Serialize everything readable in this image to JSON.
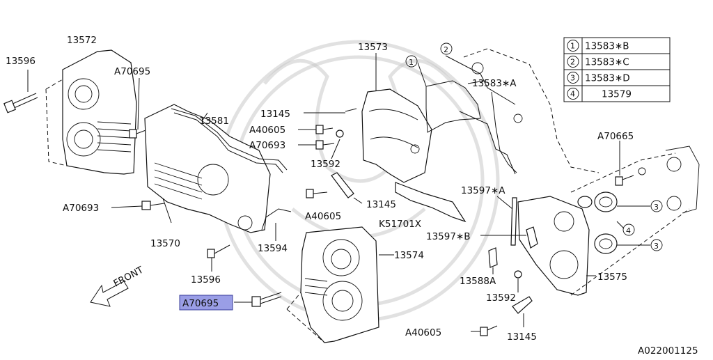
{
  "legend": {
    "rows": [
      {
        "num": "1",
        "part": "13583∗B"
      },
      {
        "num": "2",
        "part": "13583∗C"
      },
      {
        "num": "3",
        "part": "13583∗D"
      },
      {
        "num": "4",
        "part": "13579"
      }
    ]
  },
  "labels": {
    "p13596_top": "13596",
    "p13572": "13572",
    "pA70695_top": "A70695",
    "p13581": "13581",
    "p13145_a": "13145",
    "pA40605_a": "A40605",
    "pA70693_a": "A70693",
    "p13592_a": "13592",
    "p13573": "13573",
    "p13583A": "13583∗A",
    "pA70665": "A70665",
    "pA70693_b": "A70693",
    "p13570": "13570",
    "p13594": "13594",
    "p13596_bot": "13596",
    "p13145_b": "13145",
    "pA40605_b": "A40605",
    "pK51701X": "K51701X",
    "p13574": "13574",
    "p13597A": "13597∗A",
    "p13597B": "13597∗B",
    "p13588A": "13588A",
    "p13575": "13575",
    "p13592_b": "13592",
    "pA40605_c": "A40605",
    "p13145_c": "13145",
    "pA70695_sel": "A70695",
    "front": "FRONT",
    "c1": "1",
    "c2": "2",
    "c3a": "3",
    "c4": "4",
    "c3b": "3"
  },
  "footer_code": "A022001125",
  "selected_part": "A70695"
}
